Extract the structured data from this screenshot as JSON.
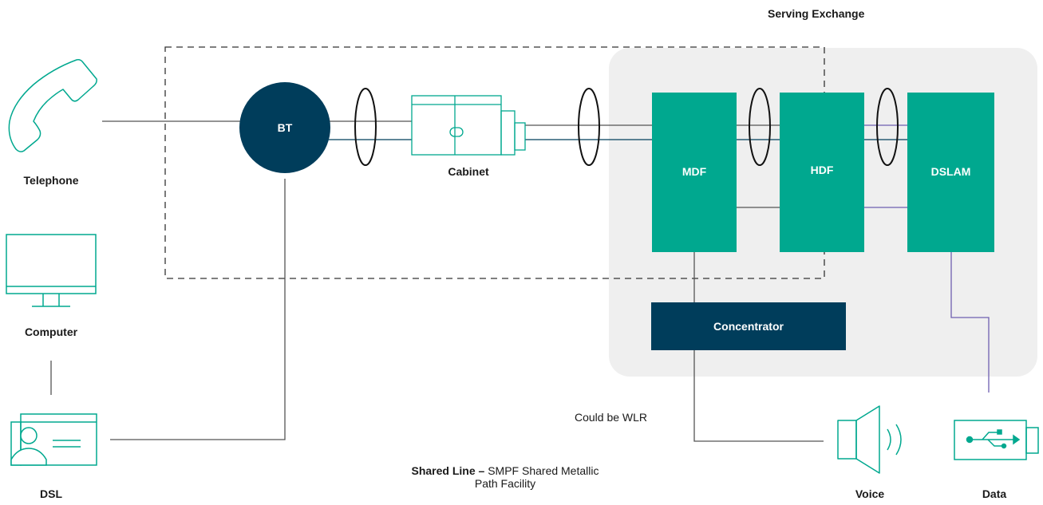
{
  "labels": {
    "serving_exchange": "Serving Exchange",
    "telephone": "Telephone",
    "computer": "Computer",
    "dsl": "DSL",
    "bt": "BT",
    "cabinet": "Cabinet",
    "mdf": "MDF",
    "hdf": "HDF",
    "dslam": "DSLAM",
    "concentrator": "Concentrator",
    "could_be_wlr": "Could be WLR",
    "shared_line_bold": "Shared Line –",
    "shared_line_rest": "SMPF Shared Metallic",
    "shared_line_line2": "Path Facility",
    "voice": "Voice",
    "data": "Data"
  },
  "colors": {
    "teal": "#00a88f",
    "navy": "#003d5b",
    "purple": "#6e5fb0",
    "exchange_bg": "#efefef",
    "line": "#4a4a4a"
  },
  "icons": [
    "telephone-icon",
    "computer-icon",
    "dsl-icon",
    "voice-speaker-icon",
    "data-usb-icon"
  ]
}
